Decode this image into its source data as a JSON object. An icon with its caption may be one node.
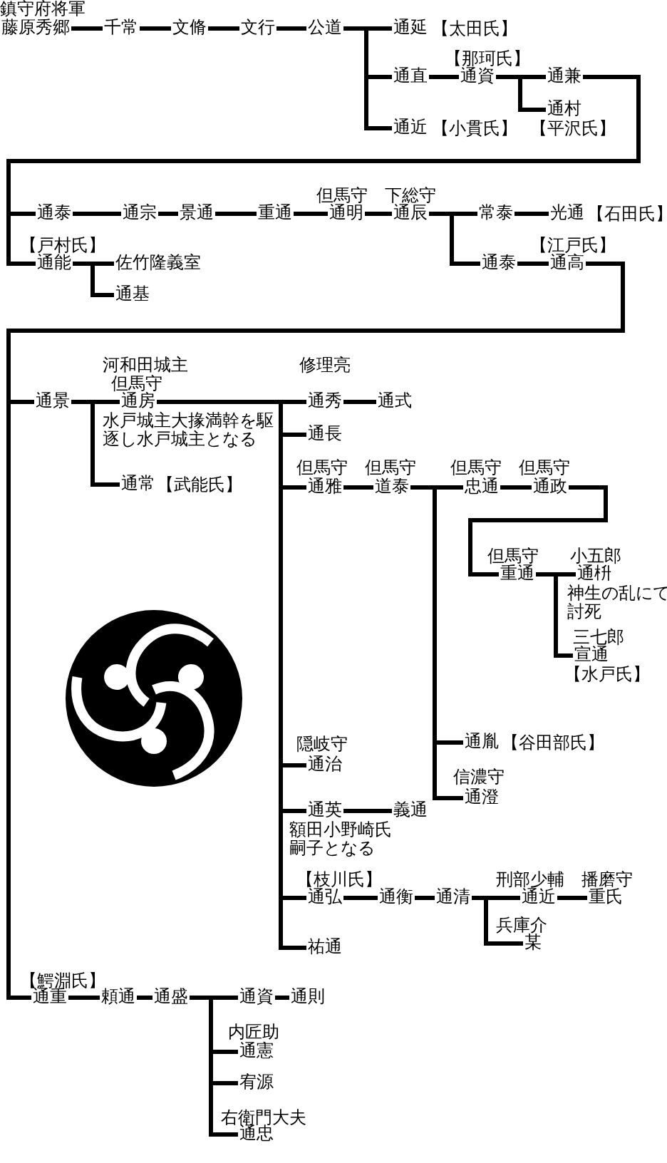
{
  "diagram": {
    "nodes": [
      {
        "text": [
          "藤原秀郷"
        ],
        "beside": [
          "鎮守府将軍"
        ]
      },
      {
        "text": [
          "千常"
        ]
      },
      {
        "text": [
          "文脩"
        ]
      },
      {
        "text": [
          "文行"
        ]
      },
      {
        "text": [
          "公道"
        ]
      },
      {
        "text": [
          "通延"
        ],
        "beside": [
          "【太田氏】"
        ]
      },
      {
        "text": [
          "通直"
        ]
      },
      {
        "text": [
          "通資"
        ],
        "beside": [
          "【那珂氏】"
        ]
      },
      {
        "text": [
          "通兼"
        ]
      },
      {
        "text": [
          "通村"
        ],
        "beside": [
          "【平沢氏】"
        ]
      },
      {
        "text": [
          "通近"
        ],
        "beside": [
          "【小貫氏】"
        ]
      },
      {
        "text": [
          "通泰"
        ]
      },
      {
        "text": [
          "通宗"
        ]
      },
      {
        "text": [
          "景通"
        ]
      },
      {
        "text": [
          "重通"
        ]
      },
      {
        "text": [
          "通明"
        ],
        "beside": [
          "但馬守"
        ]
      },
      {
        "text": [
          "通辰"
        ],
        "beside": [
          "下総守"
        ]
      },
      {
        "text": [
          "常泰"
        ]
      },
      {
        "text": [
          "光通"
        ],
        "beside": [
          "【石田氏】"
        ]
      },
      {
        "text": [
          "通能"
        ],
        "beside": [
          "【戸村氏】"
        ]
      },
      {
        "text": [
          "佐竹隆義室"
        ]
      },
      {
        "text": [
          "通基"
        ]
      },
      {
        "text": [
          "通泰"
        ]
      },
      {
        "text": [
          "通高"
        ],
        "beside": [
          "【江戸氏】"
        ]
      },
      {
        "text": [
          "通景"
        ]
      },
      {
        "text": [
          "通房"
        ],
        "beside": [
          "河和田城主",
          "但馬守",
          "水戸城主大掾満幹を駆逐し水戸城主となる"
        ]
      },
      {
        "text": [
          "通常"
        ],
        "beside": [
          "【武能氏】"
        ]
      },
      {
        "text": [
          "通秀"
        ],
        "beside": [
          "修理亮"
        ]
      },
      {
        "text": [
          "通式"
        ]
      },
      {
        "text": [
          "通長"
        ]
      },
      {
        "text": [
          "通雅"
        ],
        "beside": [
          "但馬守"
        ]
      },
      {
        "text": [
          "道泰"
        ],
        "beside": [
          "但馬守"
        ]
      },
      {
        "text": [
          "忠通"
        ],
        "beside": [
          "但馬守"
        ]
      },
      {
        "text": [
          "通政"
        ],
        "beside": [
          "但馬守"
        ]
      },
      {
        "text": [
          "重通"
        ],
        "beside": [
          "但馬守"
        ]
      },
      {
        "text": [
          "通枡"
        ],
        "beside": [
          "小五郎",
          "神生の乱にて討死"
        ]
      },
      {
        "text": [
          "宣通"
        ],
        "beside": [
          "三七郎",
          "【水戸氏】"
        ]
      },
      {
        "text": [
          "通胤"
        ],
        "beside": [
          "【谷田部氏】"
        ]
      },
      {
        "text": [
          "通澄"
        ],
        "beside": [
          "信濃守"
        ]
      },
      {
        "text": [
          "通治"
        ],
        "beside": [
          "隠岐守"
        ]
      },
      {
        "text": [
          "通英"
        ],
        "beside": [
          "額田小野崎氏嗣子となる"
        ]
      },
      {
        "text": [
          "義通"
        ]
      },
      {
        "text": [
          "通弘"
        ],
        "beside": [
          "【枝川氏】"
        ]
      },
      {
        "text": [
          "通衡"
        ]
      },
      {
        "text": [
          "通清"
        ]
      },
      {
        "text": [
          "通近"
        ],
        "beside": [
          "刑部少輔"
        ]
      },
      {
        "text": [
          "重氏"
        ],
        "beside": [
          "播磨守"
        ]
      },
      {
        "text": [
          "某"
        ],
        "beside": [
          "兵庫介"
        ]
      },
      {
        "text": [
          "祐通"
        ]
      },
      {
        "text": [
          "通重"
        ],
        "beside": [
          "【鰐淵氏】"
        ]
      },
      {
        "text": [
          "頼通"
        ]
      },
      {
        "text": [
          "通盛"
        ]
      },
      {
        "text": [
          "通資"
        ]
      },
      {
        "text": [
          "通則"
        ]
      },
      {
        "text": [
          "通憲"
        ],
        "beside": [
          "内匠助"
        ]
      },
      {
        "text": [
          "宥源"
        ]
      },
      {
        "text": [
          "通忠"
        ],
        "beside": [
          "右衛門大夫"
        ]
      }
    ],
    "edges": [
      {
        "from": 0,
        "to": 1,
        "arrow": "none"
      },
      {
        "from": 1,
        "to": 2,
        "arrow": "none"
      },
      {
        "from": 2,
        "to": 3,
        "arrow": "none"
      },
      {
        "from": 3,
        "to": 4,
        "arrow": "none"
      },
      {
        "from": 4,
        "to": 5,
        "arrow": "none"
      },
      {
        "from": 4,
        "to": 6,
        "arrow": "none"
      },
      {
        "from": 4,
        "to": 10,
        "arrow": "none"
      },
      {
        "from": 6,
        "to": 7,
        "arrow": "none"
      },
      {
        "from": 7,
        "to": 8,
        "arrow": "none"
      },
      {
        "from": 7,
        "to": 9,
        "arrow": "none"
      },
      {
        "from": 8,
        "to": 11,
        "arrow": "none"
      },
      {
        "from": 8,
        "to": 19,
        "arrow": "none"
      },
      {
        "from": 11,
        "to": 12,
        "arrow": "none"
      },
      {
        "from": 12,
        "to": 13,
        "arrow": "none"
      },
      {
        "from": 13,
        "to": 14,
        "arrow": "none"
      },
      {
        "from": 14,
        "to": 15,
        "arrow": "none"
      },
      {
        "from": 15,
        "to": 16,
        "arrow": "none"
      },
      {
        "from": 16,
        "to": 17,
        "arrow": "none"
      },
      {
        "from": 16,
        "to": 22,
        "arrow": "none"
      },
      {
        "from": 17,
        "to": 18,
        "arrow": "none"
      },
      {
        "from": 19,
        "to": 20,
        "arrow": "none"
      },
      {
        "from": 19,
        "to": 21,
        "arrow": "none"
      },
      {
        "from": 22,
        "to": 23,
        "arrow": "none"
      },
      {
        "from": 23,
        "to": 24,
        "arrow": "none"
      },
      {
        "from": 23,
        "to": 49,
        "arrow": "none"
      },
      {
        "from": 24,
        "to": 25,
        "arrow": "none"
      },
      {
        "from": 24,
        "to": 26,
        "arrow": "none"
      },
      {
        "from": 25,
        "to": 27,
        "arrow": "none"
      },
      {
        "from": 25,
        "to": 29,
        "arrow": "none"
      },
      {
        "from": 25,
        "to": 30,
        "arrow": "none"
      },
      {
        "from": 25,
        "to": 39,
        "arrow": "none"
      },
      {
        "from": 25,
        "to": 40,
        "arrow": "none"
      },
      {
        "from": 25,
        "to": 42,
        "arrow": "none"
      },
      {
        "from": 25,
        "to": 48,
        "arrow": "none"
      },
      {
        "from": 27,
        "to": 28,
        "arrow": "none"
      },
      {
        "from": 30,
        "to": 31,
        "arrow": "none"
      },
      {
        "from": 31,
        "to": 32,
        "arrow": "none"
      },
      {
        "from": 31,
        "to": 37,
        "arrow": "none"
      },
      {
        "from": 31,
        "to": 38,
        "arrow": "none"
      },
      {
        "from": 32,
        "to": 33,
        "arrow": "none"
      },
      {
        "from": 33,
        "to": 34,
        "arrow": "none"
      },
      {
        "from": 34,
        "to": 35,
        "arrow": "none"
      },
      {
        "from": 34,
        "to": 36,
        "arrow": "none"
      },
      {
        "from": 40,
        "to": 41,
        "arrow": "none"
      },
      {
        "from": 42,
        "to": 43,
        "arrow": "none"
      },
      {
        "from": 43,
        "to": 44,
        "arrow": "none"
      },
      {
        "from": 44,
        "to": 45,
        "arrow": "none"
      },
      {
        "from": 44,
        "to": 47,
        "arrow": "none"
      },
      {
        "from": 45,
        "to": 46,
        "arrow": "none"
      },
      {
        "from": 49,
        "to": 50,
        "arrow": "none"
      },
      {
        "from": 50,
        "to": 51,
        "arrow": "none"
      },
      {
        "from": 51,
        "to": 52,
        "arrow": "none"
      },
      {
        "from": 51,
        "to": 54,
        "arrow": "none"
      },
      {
        "from": 51,
        "to": 55,
        "arrow": "none"
      },
      {
        "from": 51,
        "to": 56,
        "arrow": "none"
      },
      {
        "from": 52,
        "to": 53,
        "arrow": "none"
      }
    ]
  }
}
